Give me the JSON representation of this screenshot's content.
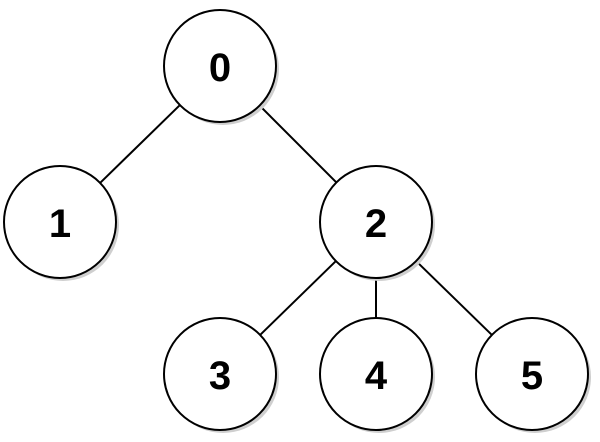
{
  "diagram": {
    "type": "tree",
    "nodes": [
      {
        "id": "0",
        "label": "0"
      },
      {
        "id": "1",
        "label": "1"
      },
      {
        "id": "2",
        "label": "2"
      },
      {
        "id": "3",
        "label": "3"
      },
      {
        "id": "4",
        "label": "4"
      },
      {
        "id": "5",
        "label": "5"
      }
    ],
    "edges": [
      {
        "from": "0",
        "to": "1"
      },
      {
        "from": "0",
        "to": "2"
      },
      {
        "from": "2",
        "to": "3"
      },
      {
        "from": "2",
        "to": "4"
      },
      {
        "from": "2",
        "to": "5"
      }
    ],
    "colors": {
      "node_fill": "#ffffff",
      "node_stroke": "#000000",
      "edge": "#000000",
      "text": "#000000"
    }
  }
}
